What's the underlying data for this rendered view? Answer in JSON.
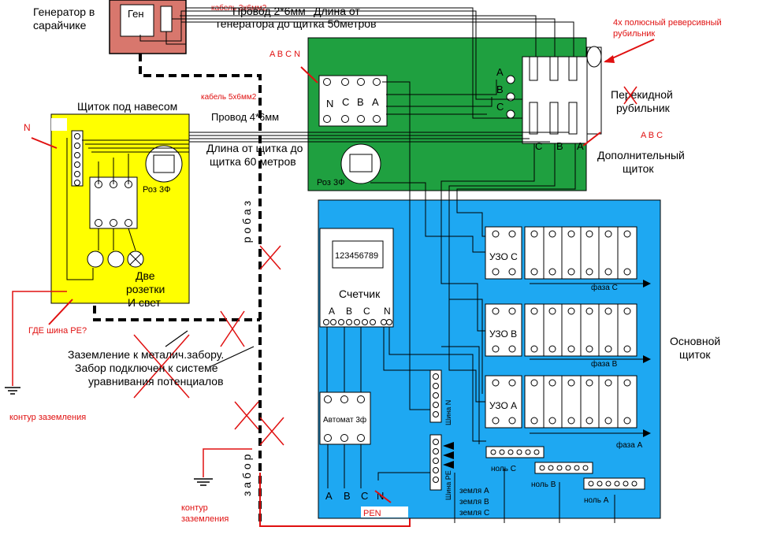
{
  "labels": {
    "generator_title": "Генератор в сарайчике",
    "gen_box": "Ген",
    "cable_3x6": "кабель 3х6мм2",
    "wire_2x6": "Провод 2*6мм",
    "length_gen": "Длина от",
    "length_gen2": "генератора до щитка 50метров",
    "reverse_switch": "4х полюсный реверсивный",
    "reverse_switch2": "рубильник",
    "abcn_top": "A B C N",
    "switch_label": "Перекидной",
    "switch_label2": "рубильник",
    "abc_right": "A B C",
    "extra_panel": "Дополнительный",
    "extra_panel2": "щиток",
    "canopy_panel": "Щиток под навесом",
    "cable_5x6": "кабель 5х6мм2",
    "wire_4x6": "Провод 4*6мм",
    "length_panel": "Длина от щитка до",
    "length_panel2": "щитка 60 метров",
    "socket_3f": "Роз 3Ф",
    "socket_3f_green": "Роз 3Ф",
    "n_label": "N",
    "two_sockets": "Две",
    "two_sockets2": "розетки",
    "two_sockets3": "И свет",
    "where_pe": "ГДЕ шина PE?",
    "ground_loop_left": "контур заземления",
    "ground_loop_mid": "контур",
    "ground_loop_mid2": "заземления",
    "fence_note": "Заземление к металич.забору.",
    "fence_note2": "Забор подключен к системе",
    "fence_note3": "уравнивания потенциалов",
    "fence_word": "з а б о р",
    "meter_number": "123456789",
    "meter_label": "Счетчик",
    "automat": "Автомат 3ф",
    "pen": "PEN",
    "main_panel": "Основной",
    "main_panel2": "щиток",
    "uzo_c": "УЗО C",
    "uzo_b": "УЗО B",
    "uzo_a": "УЗО A",
    "phase_c": "фаза C",
    "phase_b": "фаза B",
    "phase_a": "фаза A",
    "bus_n": "Шина N",
    "bus_pe": "Шина PE",
    "earth_a": "земля A",
    "earth_b": "земля B",
    "earth_c": "земля C",
    "null_c": "ноль C",
    "null_b": "ноль B",
    "null_a": "ноль A",
    "sw_a": "A",
    "sw_b": "B",
    "sw_c": "C",
    "bot_c": "C",
    "bot_b": "B",
    "bot_a": "A",
    "term_n": "N",
    "term_c": "C",
    "term_b": "B",
    "term_a": "A",
    "meter_a": "A",
    "meter_b": "B",
    "meter_c": "C",
    "meter_n": "N",
    "out_a": "A",
    "out_b": "B",
    "out_c": "C",
    "out_n": "N"
  },
  "colors": {
    "generator_fill": "#d8776d",
    "canopy_fill": "#ffff00",
    "green_fill": "#1fa040",
    "blue_fill": "#1ea8f2",
    "annotation_red": "#e01010"
  }
}
